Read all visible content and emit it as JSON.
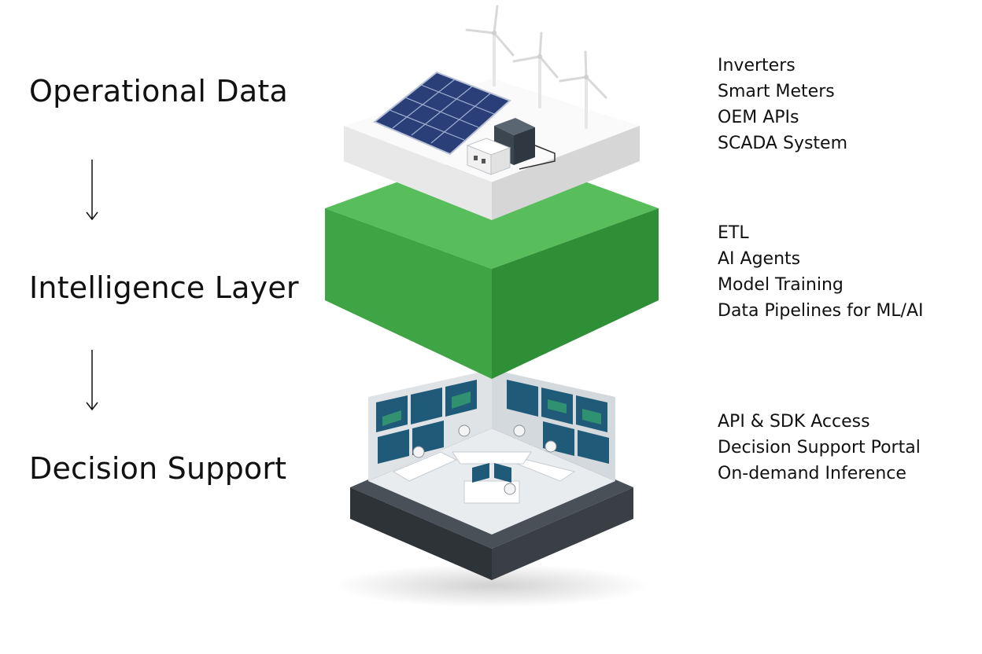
{
  "layers": [
    {
      "title": "Operational Data",
      "items": [
        "Inverters",
        "Smart Meters",
        "OEM APIs",
        "SCADA System"
      ]
    },
    {
      "title": "Intelligence Layer",
      "items": [
        "ETL",
        "AI Agents",
        "Model Training",
        "Data Pipelines for ML/AI"
      ]
    },
    {
      "title": "Decision Support",
      "items": [
        "API & SDK Access",
        "Decision Support Portal",
        "On-demand Inference"
      ]
    }
  ],
  "colors": {
    "intelligence_green": "#3fa544",
    "platform_white": "#f2f2f2",
    "control_floor": "#3a3f45",
    "screen_blue": "#1f5a78",
    "text": "#111111"
  },
  "icons": [
    "down-arrow-icon",
    "wind-turbine-icon",
    "solar-panel-icon",
    "battery-storage-icon",
    "control-room-icon"
  ]
}
